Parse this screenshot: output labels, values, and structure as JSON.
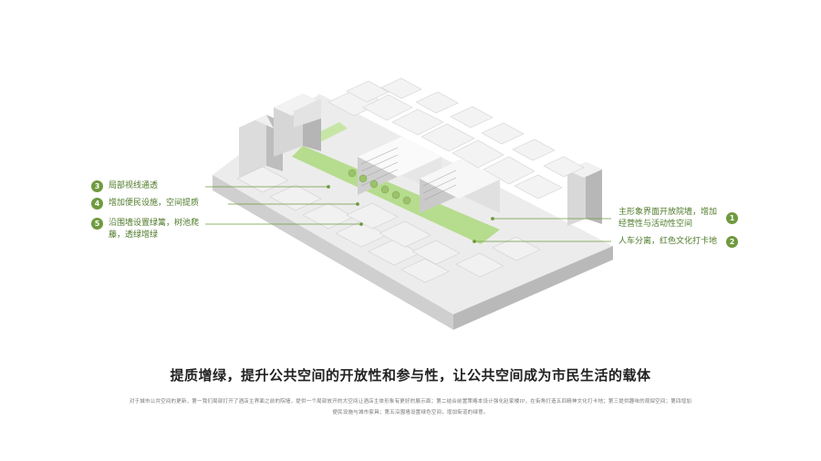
{
  "callouts": {
    "c1": {
      "number": "1",
      "text": "主形象界面开放院墙，增加\n经营性与活动性空间"
    },
    "c2": {
      "number": "2",
      "text": "人车分离，红色文化打卡地"
    },
    "c3": {
      "number": "3",
      "text": "局部视线通透"
    },
    "c4": {
      "number": "4",
      "text": "增加便民设施，空间提质"
    },
    "c5": {
      "number": "5",
      "text": "沿围墙设置绿篱，树池爬\n藤，透绿增绿"
    }
  },
  "headline": "提质增绿，提升公共空间的开放性和参与性，让公共空间成为市民生活的载体",
  "body": "对于城市公共空间的更新，第一我们局部打开了酒店主界面之前的院墙，提供一个局部放开的大空间让酒店主体形象有更好的展示面；第二结合前置策略本设计强化赵家楼IP，在街角打造五四精神文化打卡地；第三提供趣味的观探空间；第四增加便民设施与城市家具；第五沿围墙设置绿色空间，增加街道的绿意。",
  "colors": {
    "accent": "#6f9a3f",
    "street_green": "#b6dc8e",
    "model_gray": "#e4e4e4"
  }
}
